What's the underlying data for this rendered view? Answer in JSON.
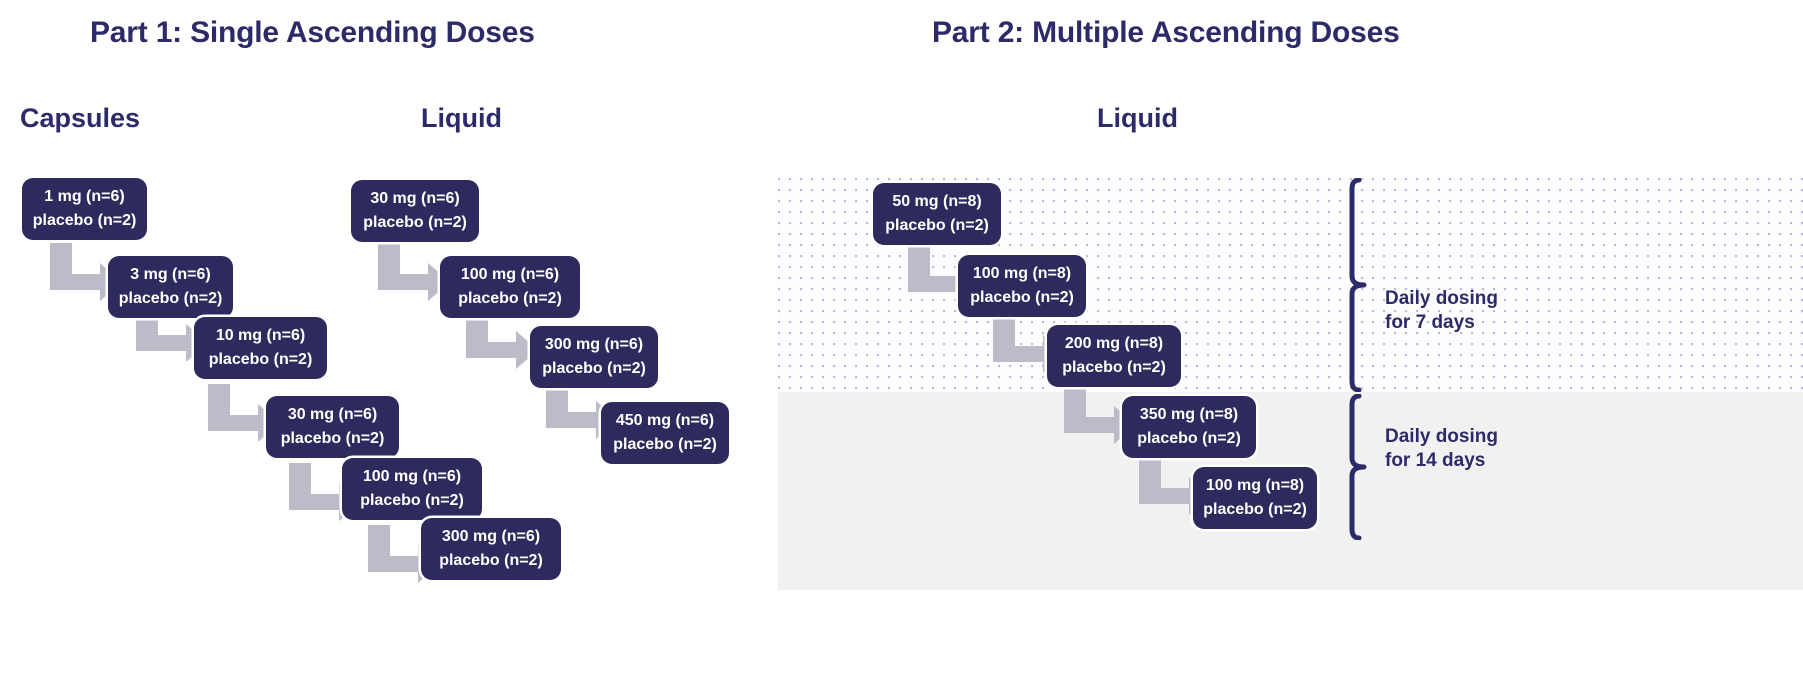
{
  "parts": [
    {
      "id": "part-1",
      "title": "Part 1: Single Ascending Doses",
      "columns": [
        {
          "id": "capsules",
          "title": "Capsules",
          "cohorts": [
            {
              "dose": "1 mg (n=6)",
              "placebo": "placebo (n=2)"
            },
            {
              "dose": "3 mg (n=6)",
              "placebo": "placebo (n=2)"
            },
            {
              "dose": "10 mg (n=6)",
              "placebo": "placebo (n=2)"
            },
            {
              "dose": "30 mg (n=6)",
              "placebo": "placebo (n=2)"
            },
            {
              "dose": "100 mg (n=6)",
              "placebo": "placebo (n=2)"
            },
            {
              "dose": "300 mg (n=6)",
              "placebo": "placebo (n=2)"
            }
          ]
        },
        {
          "id": "liquid",
          "title": "Liquid",
          "cohorts": [
            {
              "dose": "30 mg (n=6)",
              "placebo": "placebo (n=2)"
            },
            {
              "dose": "100 mg (n=6)",
              "placebo": "placebo (n=2)"
            },
            {
              "dose": "300 mg (n=6)",
              "placebo": "placebo (n=2)"
            },
            {
              "dose": "450 mg (n=6)",
              "placebo": "placebo (n=2)"
            }
          ]
        }
      ]
    },
    {
      "id": "part-2",
      "title": "Part 2: Multiple Ascending Doses",
      "columns": [
        {
          "id": "liquid",
          "title": "Liquid",
          "cohorts": [
            {
              "dose": "50 mg (n=8)",
              "placebo": "placebo (n=2)"
            },
            {
              "dose": "100 mg (n=8)",
              "placebo": "placebo (n=2)"
            },
            {
              "dose": "200 mg (n=8)",
              "placebo": "placebo (n=2)"
            },
            {
              "dose": "350 mg (n=8)",
              "placebo": "placebo (n=2)"
            },
            {
              "dose": "100 mg (n=8)",
              "placebo": "placebo (n=2)"
            }
          ]
        }
      ],
      "brackets": [
        {
          "id": "dosing-7-days",
          "label": "Daily dosing\nfor 7 days"
        },
        {
          "id": "dosing-14-days",
          "label": "Daily dosing\nfor 14 days"
        }
      ]
    }
  ],
  "colors": {
    "navy": "#2e2a5e",
    "title_navy": "#2d2a68",
    "arrow_grey": "#bcbcc9",
    "panel_grey": "#f1f1f1",
    "dot_colour": "#b9b9de"
  }
}
